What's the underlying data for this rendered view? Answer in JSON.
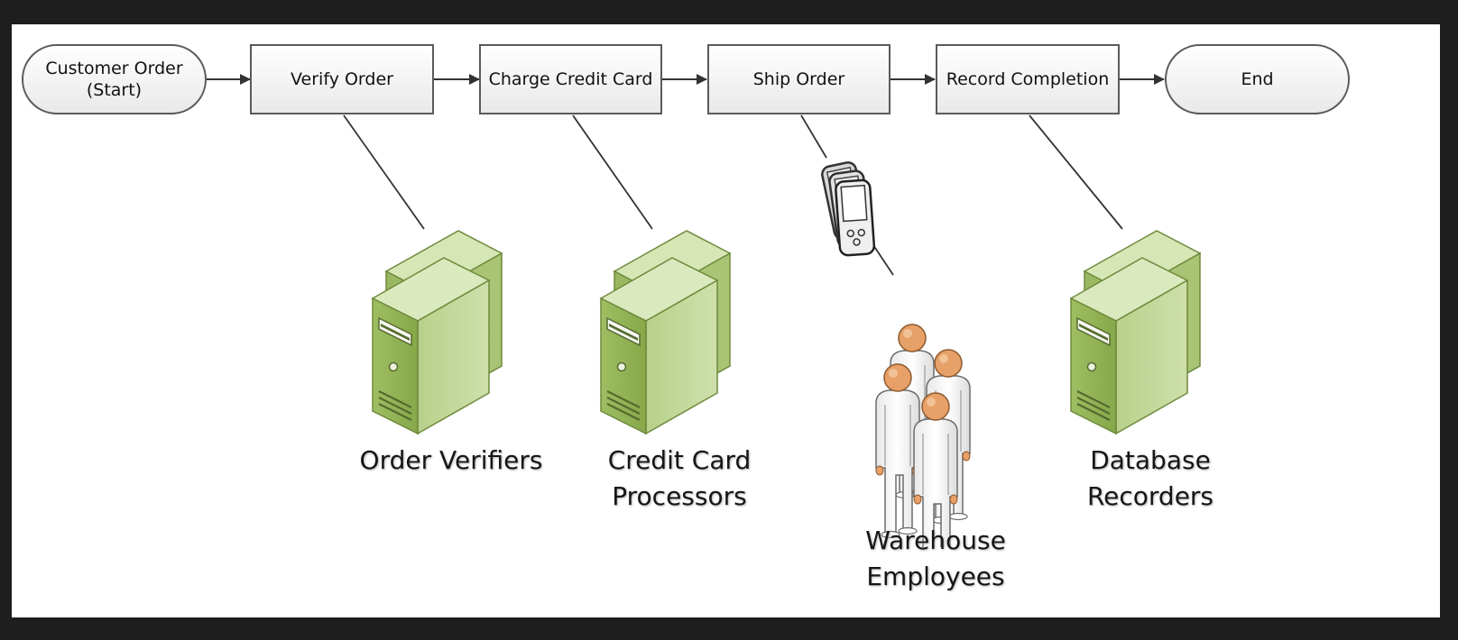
{
  "diagram": {
    "steps": [
      {
        "label": "Customer Order\n(Start)",
        "shape": "terminal"
      },
      {
        "label": "Verify Order",
        "shape": "process"
      },
      {
        "label": "Charge Credit Card",
        "shape": "process"
      },
      {
        "label": "Ship Order",
        "shape": "process"
      },
      {
        "label": "Record Completion",
        "shape": "process"
      },
      {
        "label": "End",
        "shape": "terminal"
      }
    ],
    "actors": [
      {
        "label": "Order Verifiers",
        "icon": "server-icon",
        "step": "Verify Order"
      },
      {
        "label": "Credit Card\nProcessors",
        "icon": "server-icon",
        "step": "Charge Credit Card"
      },
      {
        "label": "Warehouse\nEmployees",
        "icon": "people-group-icon",
        "step": "Ship Order",
        "device_icon": "mobile-devices-icon"
      },
      {
        "label": "Database\nRecorders",
        "icon": "server-icon",
        "step": "Record Completion"
      }
    ],
    "colors": {
      "server_green": "#8fb050",
      "box_border": "#5a5a5a",
      "connector": "#333333",
      "person_head": "#e7a067"
    }
  }
}
